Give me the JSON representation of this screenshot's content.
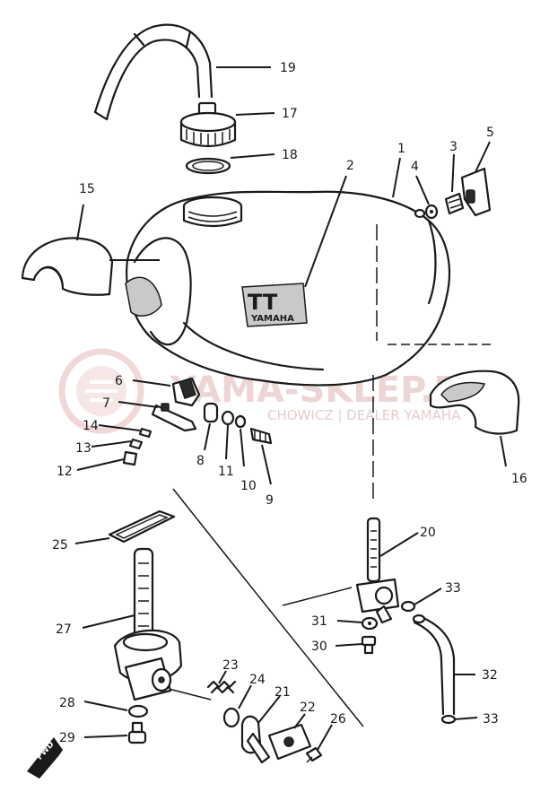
{
  "watermark": {
    "title": "YAMA-SKLEP.PL",
    "subtitle": "CHOWICZ | DEALER YAMAHA",
    "color": "#e5b9b9"
  },
  "tank_logo": {
    "emblem": "TT",
    "brand": "YAMAHA"
  },
  "fwd_badge": "FWD",
  "callouts": [
    {
      "id": "1",
      "part": "fuel-tank"
    },
    {
      "id": "2",
      "part": "tank-emblem"
    },
    {
      "id": "3",
      "part": "bolt"
    },
    {
      "id": "4",
      "part": "washer"
    },
    {
      "id": "5",
      "part": "bracket"
    },
    {
      "id": "6",
      "part": "damper"
    },
    {
      "id": "7",
      "part": "bracket"
    },
    {
      "id": "8",
      "part": "collar"
    },
    {
      "id": "9",
      "part": "bolt"
    },
    {
      "id": "10",
      "part": "washer"
    },
    {
      "id": "11",
      "part": "washer"
    },
    {
      "id": "12",
      "part": "screw"
    },
    {
      "id": "13",
      "part": "washer"
    },
    {
      "id": "14",
      "part": "washer"
    },
    {
      "id": "15",
      "part": "knee-pad-left"
    },
    {
      "id": "16",
      "part": "knee-pad-right"
    },
    {
      "id": "17",
      "part": "fuel-cap"
    },
    {
      "id": "18",
      "part": "gasket"
    },
    {
      "id": "19",
      "part": "breather-hose"
    },
    {
      "id": "20",
      "part": "fuel-cock"
    },
    {
      "id": "21",
      "part": "lever"
    },
    {
      "id": "22",
      "part": "plate"
    },
    {
      "id": "23",
      "part": "spring"
    },
    {
      "id": "24",
      "part": "o-ring"
    },
    {
      "id": "25",
      "part": "gasket"
    },
    {
      "id": "26",
      "part": "screw"
    },
    {
      "id": "27",
      "part": "fuel-cock-assy"
    },
    {
      "id": "28",
      "part": "gasket"
    },
    {
      "id": "29",
      "part": "bolt"
    },
    {
      "id": "30",
      "part": "bolt"
    },
    {
      "id": "31",
      "part": "gasket"
    },
    {
      "id": "32",
      "part": "fuel-hose"
    },
    {
      "id": "33",
      "part": "clip"
    }
  ]
}
